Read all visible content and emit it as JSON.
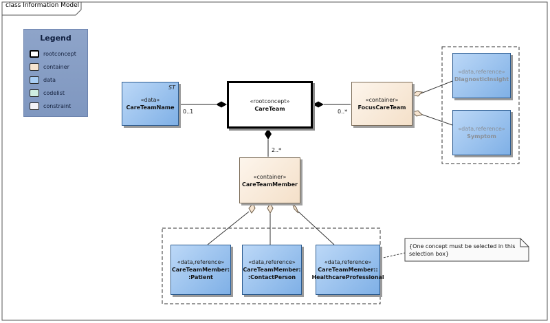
{
  "frame": {
    "label": "class Information Model"
  },
  "legend": {
    "title": "Legend",
    "items": [
      {
        "label": "rootconcept",
        "color": "#ffffff",
        "bold_border": true
      },
      {
        "label": "container",
        "color": "#f6e4d0"
      },
      {
        "label": "data",
        "color": "#a8cdf3"
      },
      {
        "label": "codelist",
        "color": "#cfeee0"
      },
      {
        "label": "constraint",
        "color": "#f3f3f7"
      }
    ]
  },
  "nodes": {
    "careteam": {
      "stereotype": "«rootconcept»",
      "name": "CareTeam"
    },
    "careteamname": {
      "stereotype": "«data»",
      "name": "CareTeamName",
      "corner": "ST"
    },
    "focuscareteam": {
      "stereotype": "«container»",
      "name": "FocusCareTeam"
    },
    "diagnosticinsight": {
      "stereotype": "«data,reference»",
      "name": "DiagnosticInsight"
    },
    "symptom": {
      "stereotype": "«data,reference»",
      "name": "Symptom"
    },
    "careteammember": {
      "stereotype": "«container»",
      "name": "CareTeamMember"
    },
    "patient": {
      "stereotype": "«data,reference»",
      "name": "CareTeamMember:",
      "name2": ":Patient"
    },
    "contactperson": {
      "stereotype": "«data,reference»",
      "name": "CareTeamMember:",
      "name2": ":ContactPerson"
    },
    "healthcareprofessional": {
      "stereotype": "«data,reference»",
      "name": "CareTeamMember::",
      "name2": "HealthcareProfessional"
    }
  },
  "multiplicities": {
    "careteamname": "0..1",
    "focuscareteam": "0..*",
    "careteammember": "2..*"
  },
  "note": {
    "text": "{One concept must be selected in this selection box}"
  }
}
